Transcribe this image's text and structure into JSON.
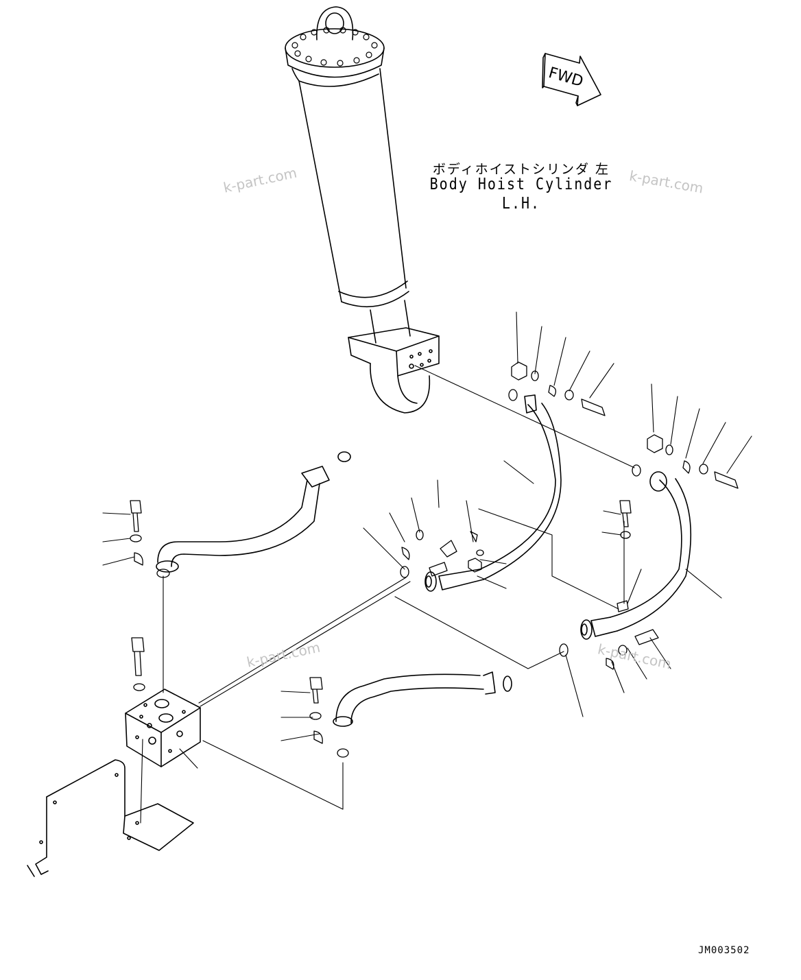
{
  "component": {
    "name_jp": "ボディホイストシリンダ 左",
    "name_en": "Body Hoist Cylinder L.H."
  },
  "direction_marker": {
    "text": "FWD"
  },
  "drawing_code": "JM003502",
  "watermarks": [
    "k-part.com",
    "k-part.com",
    "k-part.com",
    "k-part.com"
  ]
}
